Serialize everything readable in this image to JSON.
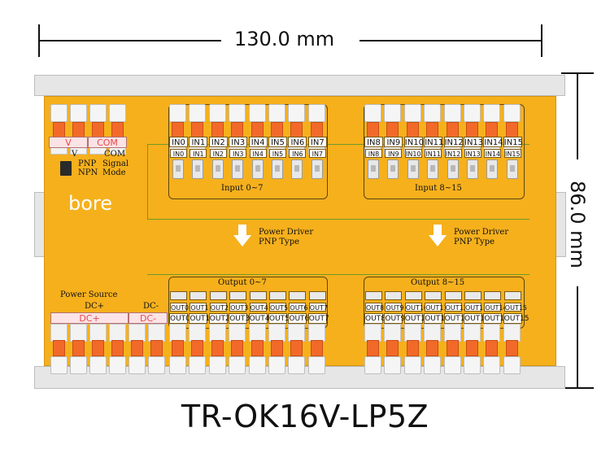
{
  "dimensions": {
    "width_label": "130.0 mm",
    "height_label": "86.0 mm"
  },
  "model": "TR-OK16V-LP5Z",
  "brand": "bore",
  "config": {
    "v_label": "V",
    "com_label": "COM",
    "v_under": "V",
    "com_under": "COM",
    "pnp": "PNP",
    "npn": "NPN",
    "signal": "Signal",
    "mode": "Mode"
  },
  "inputs": {
    "group1_labels": [
      "IN0",
      "IN1",
      "IN2",
      "IN3",
      "IN4",
      "IN5",
      "IN6",
      "IN7"
    ],
    "group2_labels": [
      "IN8",
      "IN9",
      "IN10",
      "IN11",
      "IN12",
      "IN13",
      "IN14",
      "IN15"
    ],
    "group1_title": "Input 0~7",
    "group2_title": "Input 8~15"
  },
  "power_driver": {
    "line1": "Power Driver",
    "line2": "PNP Type"
  },
  "outputs": {
    "group1_labels": [
      "OUT0",
      "OUT1",
      "OUT2",
      "OUT3",
      "OUT4",
      "OUT5",
      "OUT6",
      "OUT7"
    ],
    "group2_labels": [
      "OUT8",
      "OUT9",
      "OUT10",
      "OUT11",
      "OUT12",
      "OUT13",
      "OUT14",
      "OUT15"
    ],
    "group1_title": "Output 0~7",
    "group2_title": "Output 8~15"
  },
  "power": {
    "title": "Power Source",
    "dcplus": "DC+",
    "dcminus": "DC-"
  },
  "colors": {
    "board": "#f6b01c",
    "lever": "#f26a2a",
    "pink_label": "#e8474a"
  }
}
